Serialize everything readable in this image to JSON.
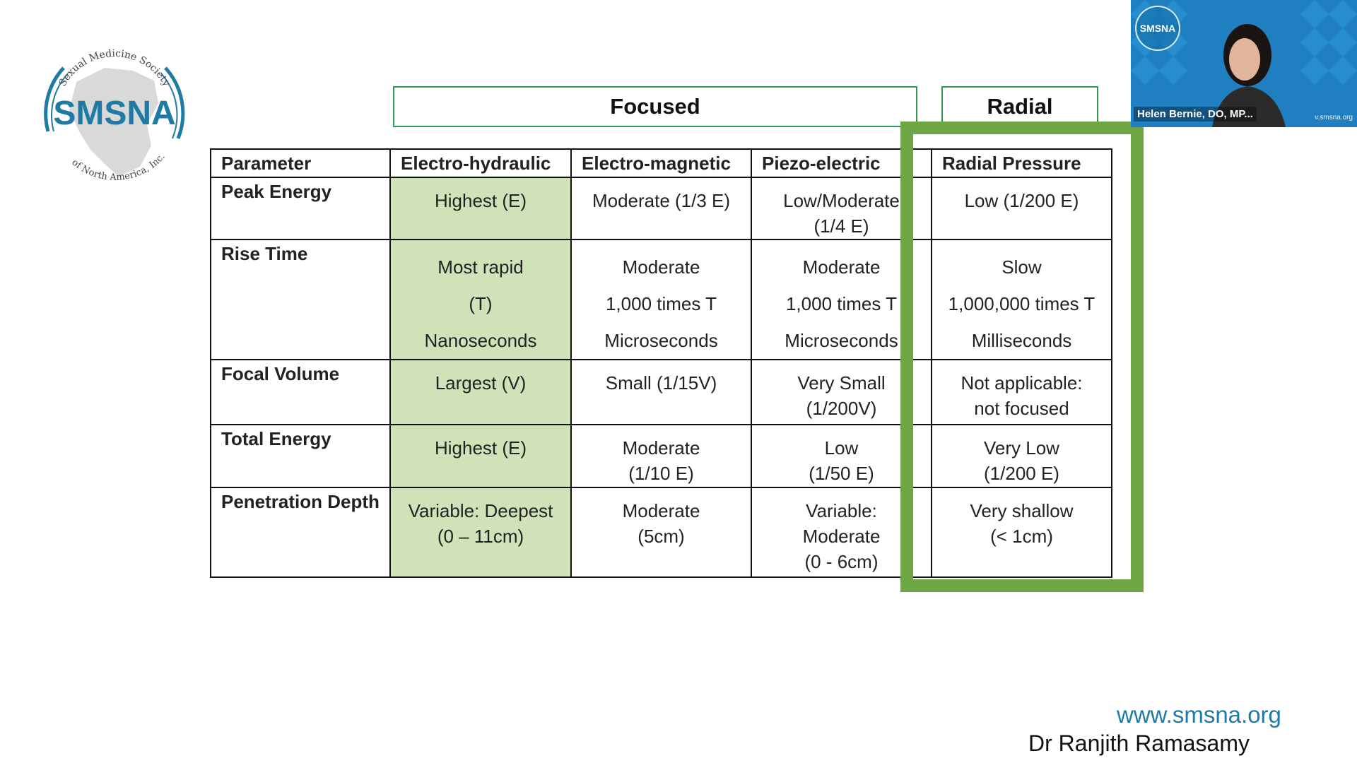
{
  "logo": {
    "ring_text_top": "Sexual Medicine Society",
    "ring_text_bottom": "of North America, Inc.",
    "wordmark": "SMSNA"
  },
  "groups": {
    "focused": "Focused",
    "radial": "Radial"
  },
  "table": {
    "headers": [
      "Parameter",
      "Electro-hydraulic",
      "Electro-magnetic",
      "Piezo-electric",
      "Radial Pressure"
    ],
    "rows": [
      {
        "param": "Peak Energy",
        "cells": [
          [
            "Highest (E)"
          ],
          [
            "Moderate (1/3 E)"
          ],
          [
            "Low/Moderate",
            "(1/4 E)"
          ],
          [
            "Low (1/200 E)"
          ]
        ]
      },
      {
        "param": "Rise Time",
        "cells": [
          [
            "Most rapid",
            "(T)",
            "Nanoseconds"
          ],
          [
            "Moderate",
            "1,000 times T",
            "Microseconds"
          ],
          [
            "Moderate",
            "1,000 times T",
            "Microseconds"
          ],
          [
            "Slow",
            "1,000,000 times T",
            "Milliseconds"
          ]
        ]
      },
      {
        "param": "Focal Volume",
        "cells": [
          [
            "Largest (V)"
          ],
          [
            "Small (1/15V)"
          ],
          [
            "Very Small",
            "(1/200V)"
          ],
          [
            "Not applicable:",
            "not focused"
          ]
        ]
      },
      {
        "param": "Total Energy",
        "cells": [
          [
            "Highest (E)"
          ],
          [
            "Moderate",
            "(1/10 E)"
          ],
          [
            "Low",
            "(1/50 E)"
          ],
          [
            "Very Low",
            "(1/200 E)"
          ]
        ]
      },
      {
        "param": "Penetration Depth",
        "cells": [
          [
            "Variable: Deepest",
            "(0 – 11cm)"
          ],
          [
            "Moderate",
            "(5cm)"
          ],
          [
            "Variable:",
            "Moderate",
            "(0 - 6cm)"
          ],
          [
            "Very shallow",
            "(< 1cm)"
          ]
        ]
      }
    ]
  },
  "video": {
    "badge": "SMSNA",
    "participant_name": "Helen Bernie, DO, MP...",
    "site": "v.smsna.org"
  },
  "footer": {
    "url": "www.smsna.org",
    "presenter": "Dr Ranjith Ramasamy"
  },
  "colors": {
    "brand_blue": "#1f7ba3",
    "group_border": "#2f9a53",
    "highlight_green": "#6ea646",
    "cell_highlight": "#cfe2b8"
  }
}
